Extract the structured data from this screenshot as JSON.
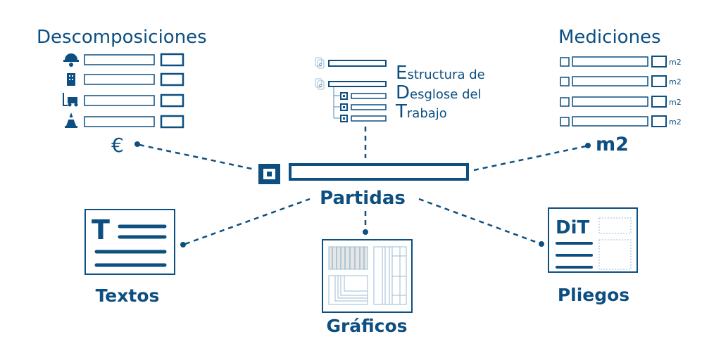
{
  "colors": {
    "primary": "#0d4f80",
    "light": "#9bbbd3"
  },
  "center": {
    "label": "Partidas",
    "icon": "square-bullet-icon"
  },
  "descomposiciones": {
    "title": "Descomposiciones",
    "symbol": "€",
    "rows": [
      {
        "icon": "worker-helmet-icon"
      },
      {
        "icon": "building-icon"
      },
      {
        "icon": "forklift-icon"
      },
      {
        "icon": "traffic-cone-icon"
      }
    ]
  },
  "mediciones": {
    "title": "Mediciones",
    "symbol": "m2",
    "rows": [
      {
        "unit": "m2"
      },
      {
        "unit": "m2"
      },
      {
        "unit": "m2"
      },
      {
        "unit": "m2"
      }
    ]
  },
  "edt": {
    "line1_initial": "E",
    "line1_rest": "structura de",
    "line2_initial": "D",
    "line2_rest": "esglose del",
    "line3_initial": "T",
    "line3_rest": "rabajo",
    "node_letter": "c"
  },
  "textos": {
    "label": "Textos",
    "icon_letter": "T"
  },
  "graficos": {
    "label": "Gráficos"
  },
  "pliegos": {
    "label": "Pliegos",
    "logo": "DiT"
  }
}
